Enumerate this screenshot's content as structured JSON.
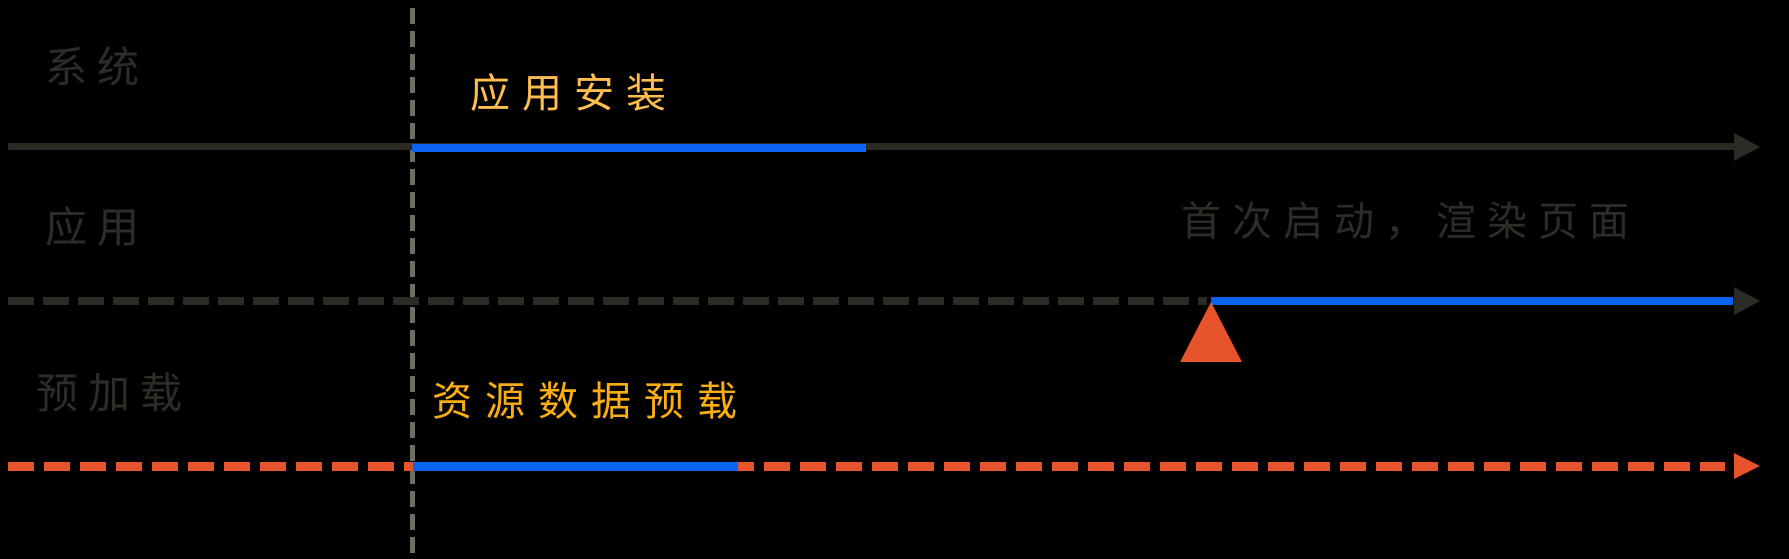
{
  "diagram": {
    "title_hint": "app preload timeline diagram",
    "lanes": {
      "system": {
        "label": "系统",
        "segment_label": "应用安装",
        "axis_style": "solid",
        "axis_color": "#2b2b25",
        "segment_color": "#0b63f2"
      },
      "app": {
        "label": "应用",
        "annotation": "首次启动，渲染页面",
        "axis_style": "dashed",
        "axis_color": "#2b2b25",
        "segment_color": "#0b63f2",
        "milestone_marker": "orange triangle at first-launch point"
      },
      "preload": {
        "label": "预加载",
        "segment_label": "资源数据预载",
        "axis_style": "dashed",
        "axis_color": "#e7542c",
        "segment_color": "#0b63f2"
      }
    },
    "guide_line": {
      "orientation": "vertical",
      "style": "dashed",
      "color": "#6e6e64"
    },
    "colors": {
      "background": "#000000",
      "dim_text": "#2d2d27",
      "blue": "#0b63f2",
      "orange": "#e7542c",
      "amber_label_install": "#ffbe4d",
      "gold_label_preload": "#fbae13"
    }
  }
}
